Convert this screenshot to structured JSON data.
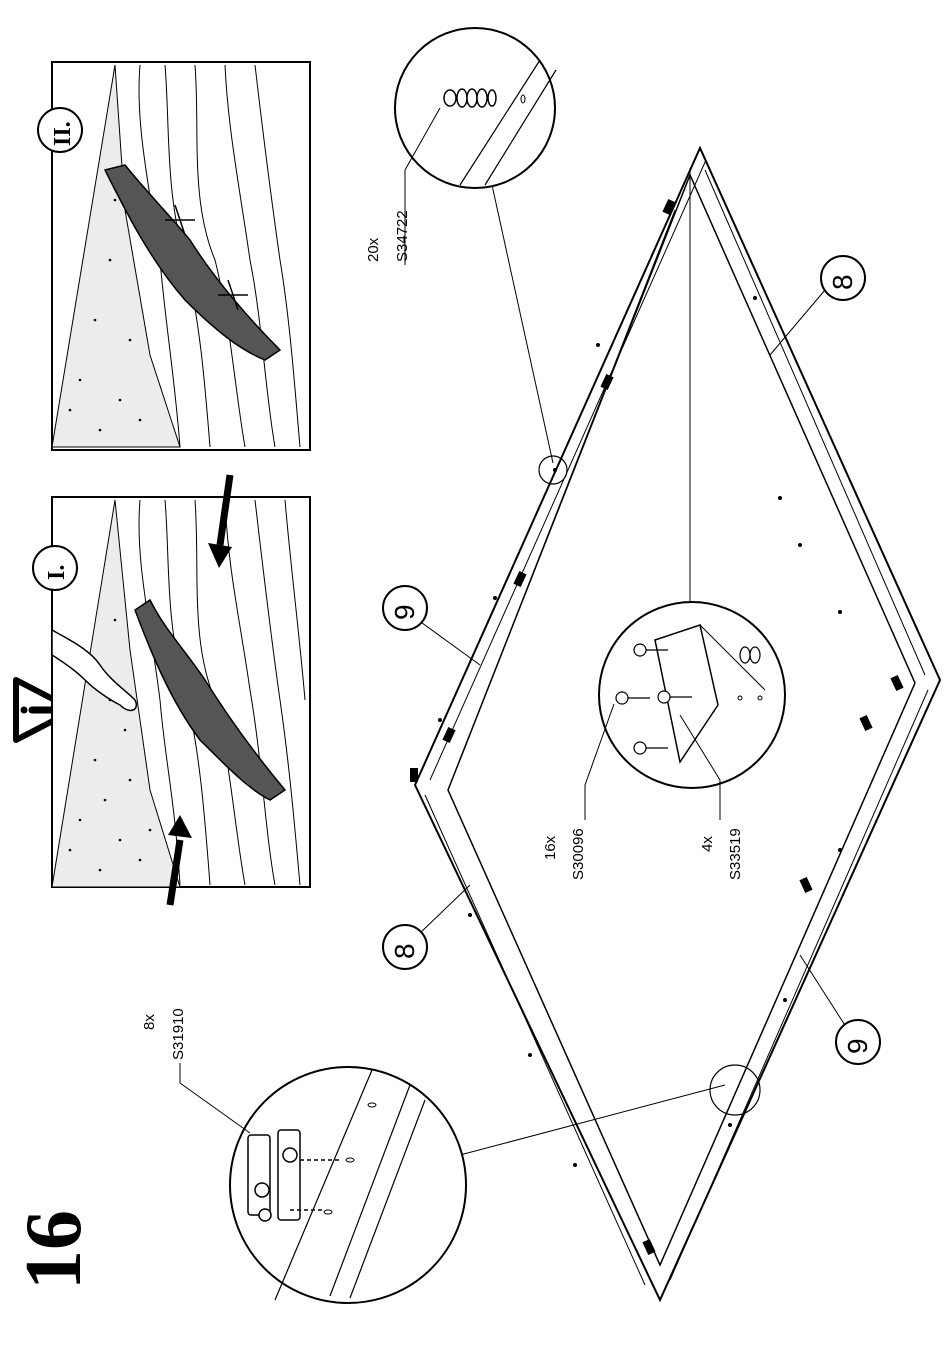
{
  "step_number": "16",
  "warning": {
    "icon": "warning-triangle-icon",
    "panels": [
      {
        "label": "I."
      },
      {
        "label": "II."
      }
    ]
  },
  "parts": {
    "part_8": "8",
    "part_9": "9"
  },
  "hardware": [
    {
      "qty": "20x",
      "code": "S34722"
    },
    {
      "qty": "16x",
      "code": "S30096"
    },
    {
      "qty": "4x",
      "code": "S33519"
    },
    {
      "qty": "8x",
      "code": "S31910"
    }
  ],
  "colors": {
    "ink": "#000000",
    "paper": "#ffffff"
  }
}
